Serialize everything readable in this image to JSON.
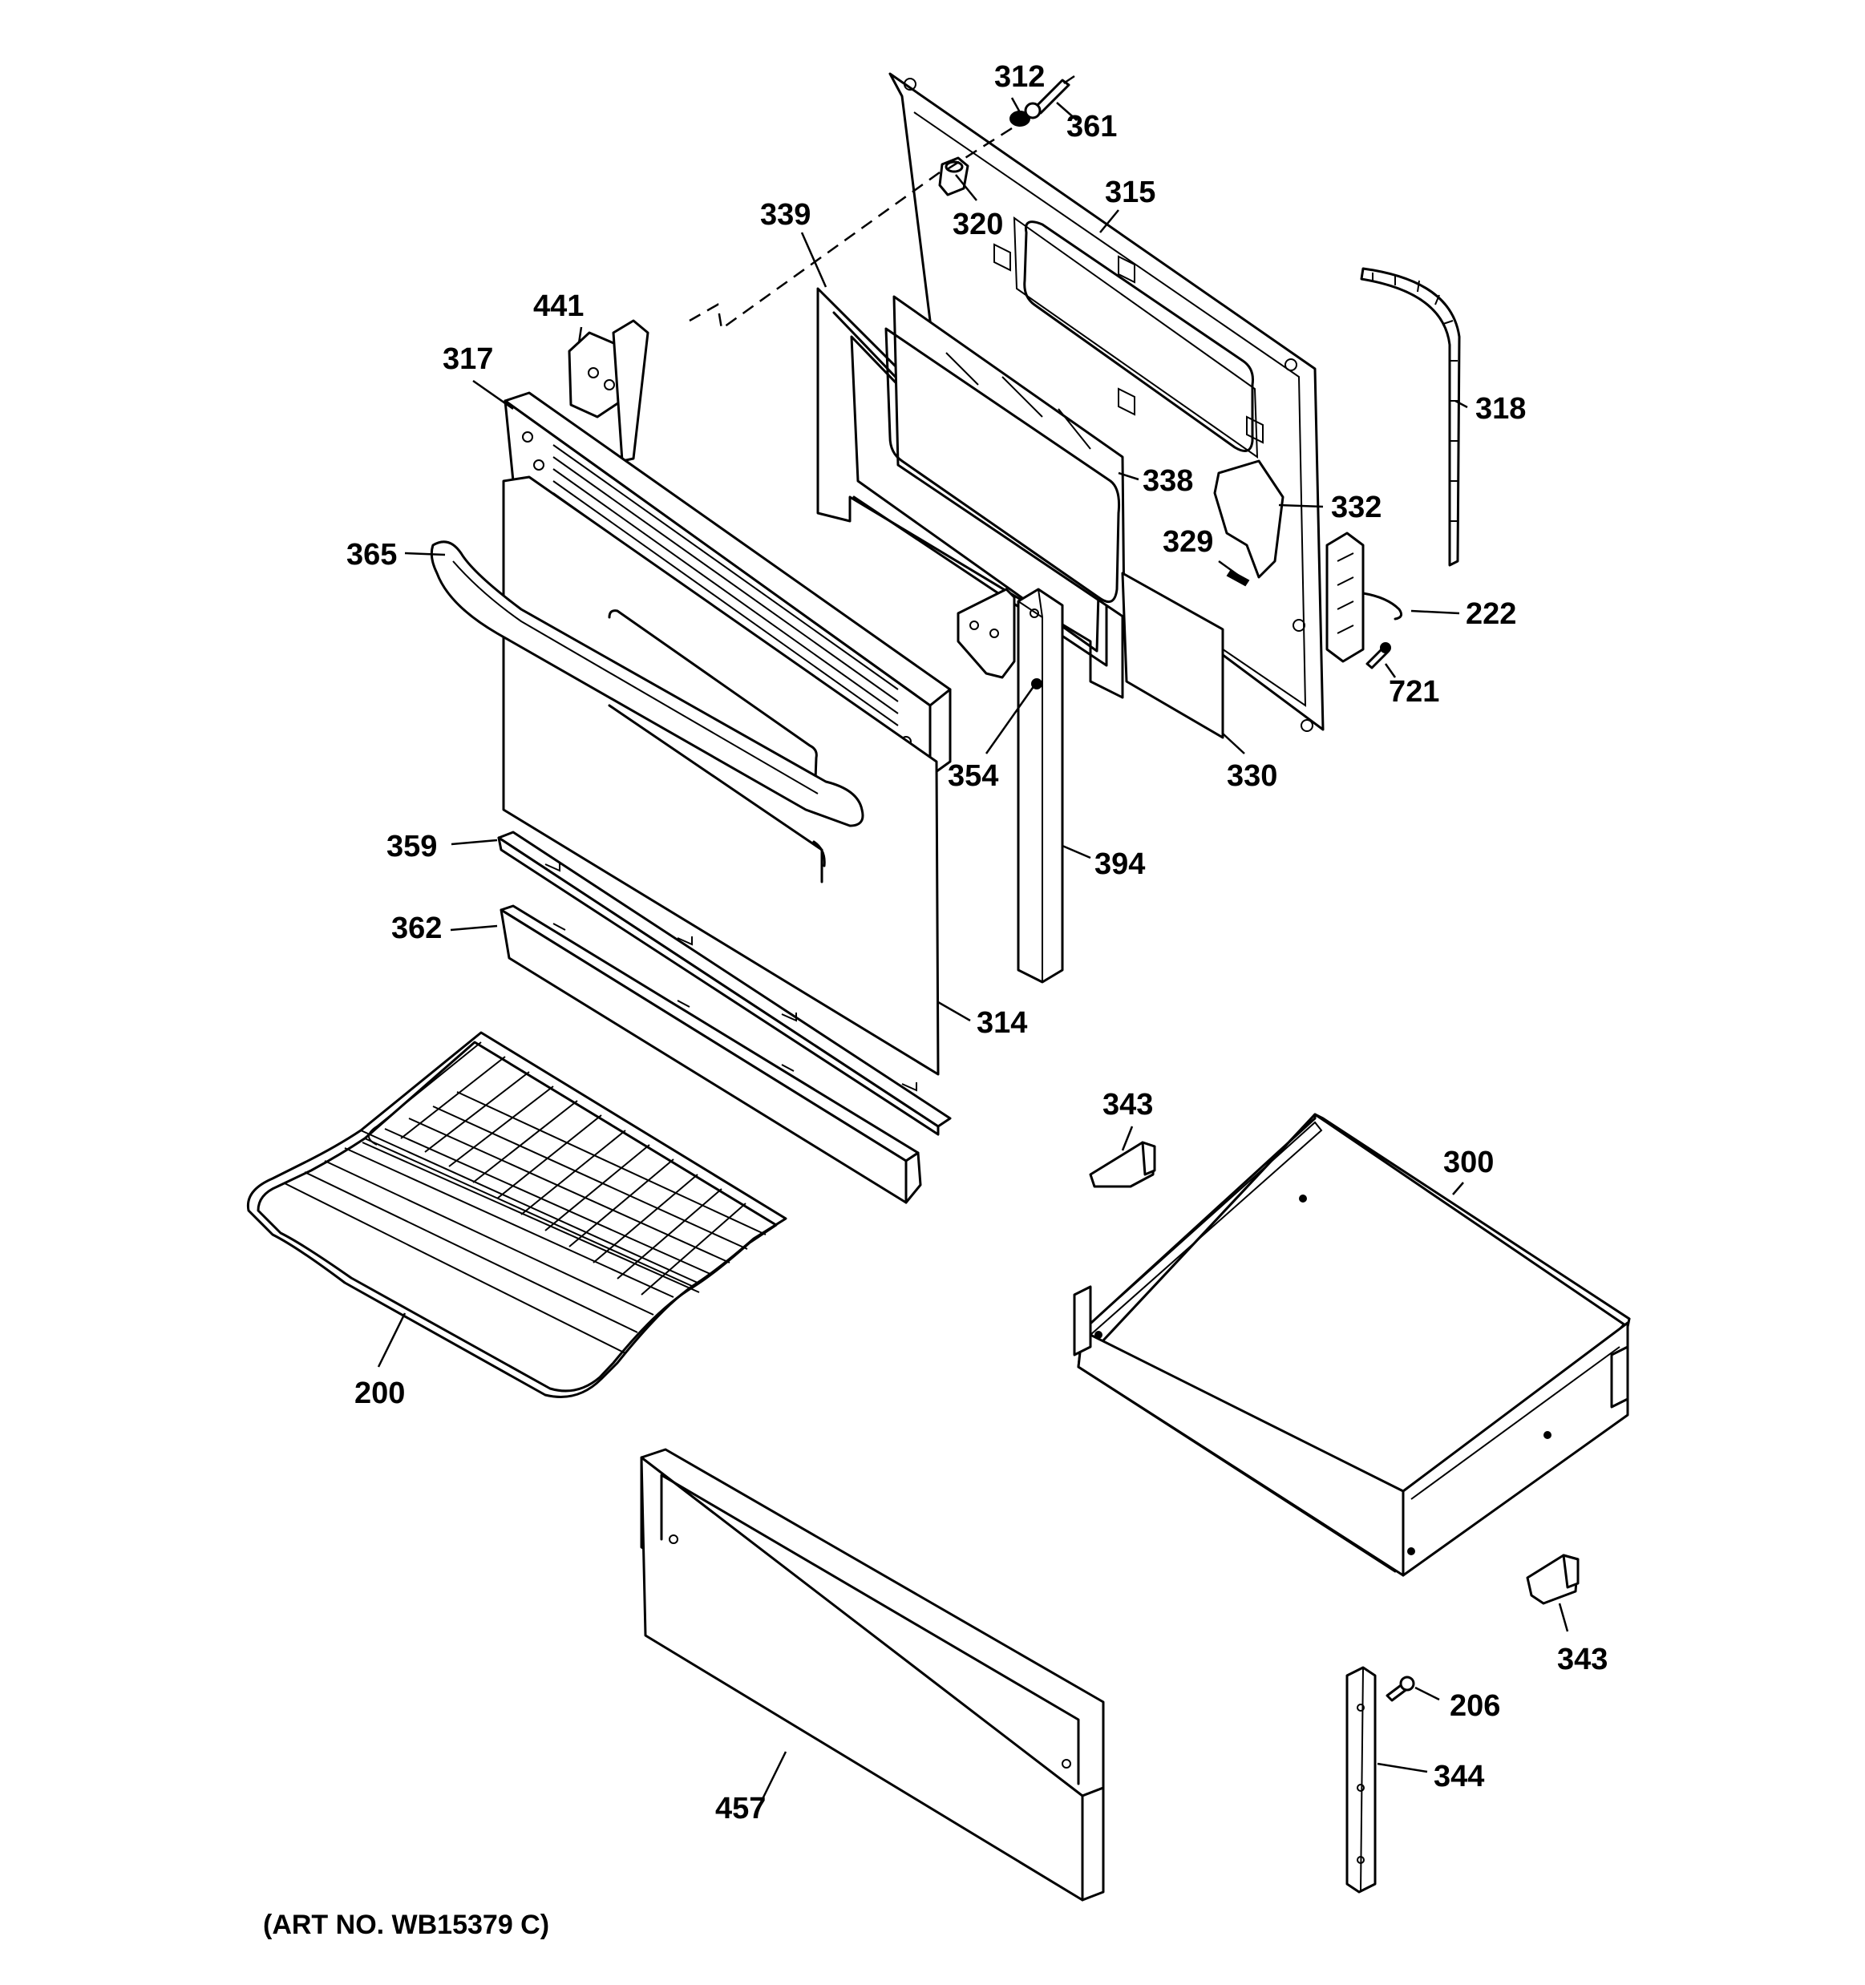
{
  "diagram": {
    "callouts": [
      {
        "id": "c312",
        "text": "312"
      },
      {
        "id": "c361",
        "text": "361"
      },
      {
        "id": "c320",
        "text": "320"
      },
      {
        "id": "c315",
        "text": "315"
      },
      {
        "id": "c339",
        "text": "339"
      },
      {
        "id": "c441",
        "text": "441"
      },
      {
        "id": "c317",
        "text": "317"
      },
      {
        "id": "c318",
        "text": "318"
      },
      {
        "id": "c338",
        "text": "338"
      },
      {
        "id": "c332",
        "text": "332"
      },
      {
        "id": "c329",
        "text": "329"
      },
      {
        "id": "c365",
        "text": "365"
      },
      {
        "id": "c222",
        "text": "222"
      },
      {
        "id": "c721",
        "text": "721"
      },
      {
        "id": "c354",
        "text": "354"
      },
      {
        "id": "c330",
        "text": "330"
      },
      {
        "id": "c359",
        "text": "359"
      },
      {
        "id": "c394",
        "text": "394"
      },
      {
        "id": "c362",
        "text": "362"
      },
      {
        "id": "c314",
        "text": "314"
      },
      {
        "id": "c343a",
        "text": "343"
      },
      {
        "id": "c300",
        "text": "300"
      },
      {
        "id": "c200",
        "text": "200"
      },
      {
        "id": "c343b",
        "text": "343"
      },
      {
        "id": "c206",
        "text": "206"
      },
      {
        "id": "c344",
        "text": "344"
      },
      {
        "id": "c457",
        "text": "457"
      }
    ],
    "art_number": "(ART NO. WB15379 C)"
  }
}
